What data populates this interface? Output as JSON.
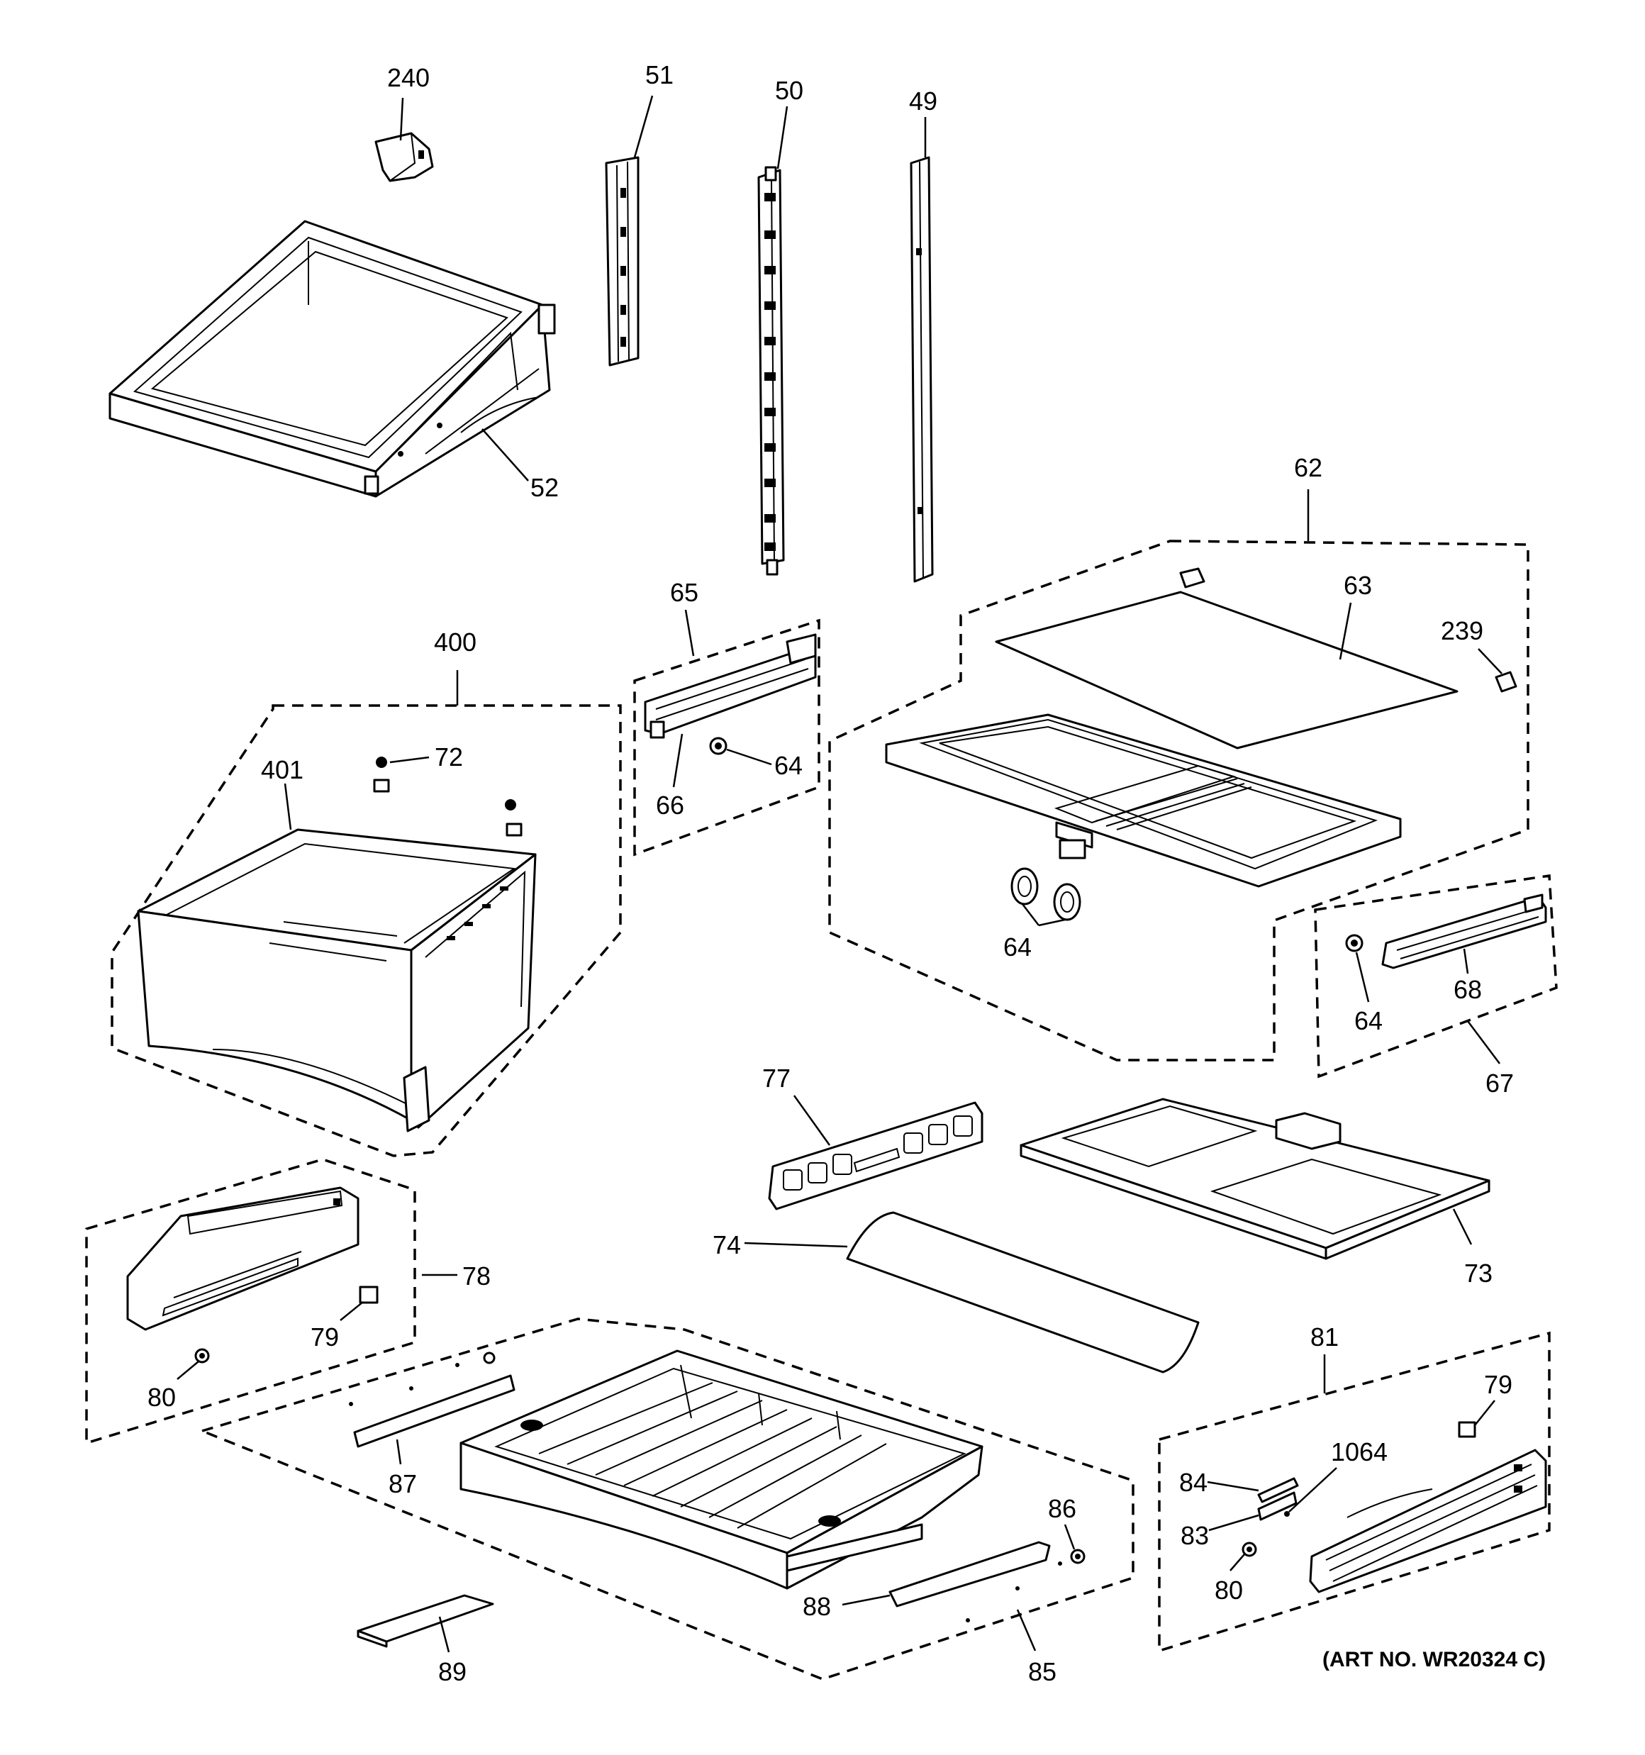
{
  "art_number": "(ART NO. WR20324 C)",
  "callouts": {
    "c240": "240",
    "c51": "51",
    "c50": "50",
    "c49": "49",
    "c52": "52",
    "c62": "62",
    "c63": "63",
    "c239": "239",
    "c65": "65",
    "c64a": "64",
    "c66": "66",
    "c400": "400",
    "c401": "401",
    "c72": "72",
    "c64b": "64",
    "c68": "68",
    "c64c": "64",
    "c67": "67",
    "c77": "77",
    "c74": "74",
    "c73": "73",
    "c78": "78",
    "c79a": "79",
    "c80a": "80",
    "c81": "81",
    "c79b": "79",
    "c84": "84",
    "c1064": "1064",
    "c83": "83",
    "c80b": "80",
    "c87": "87",
    "c86": "86",
    "c88": "88",
    "c89": "89",
    "c85": "85"
  }
}
